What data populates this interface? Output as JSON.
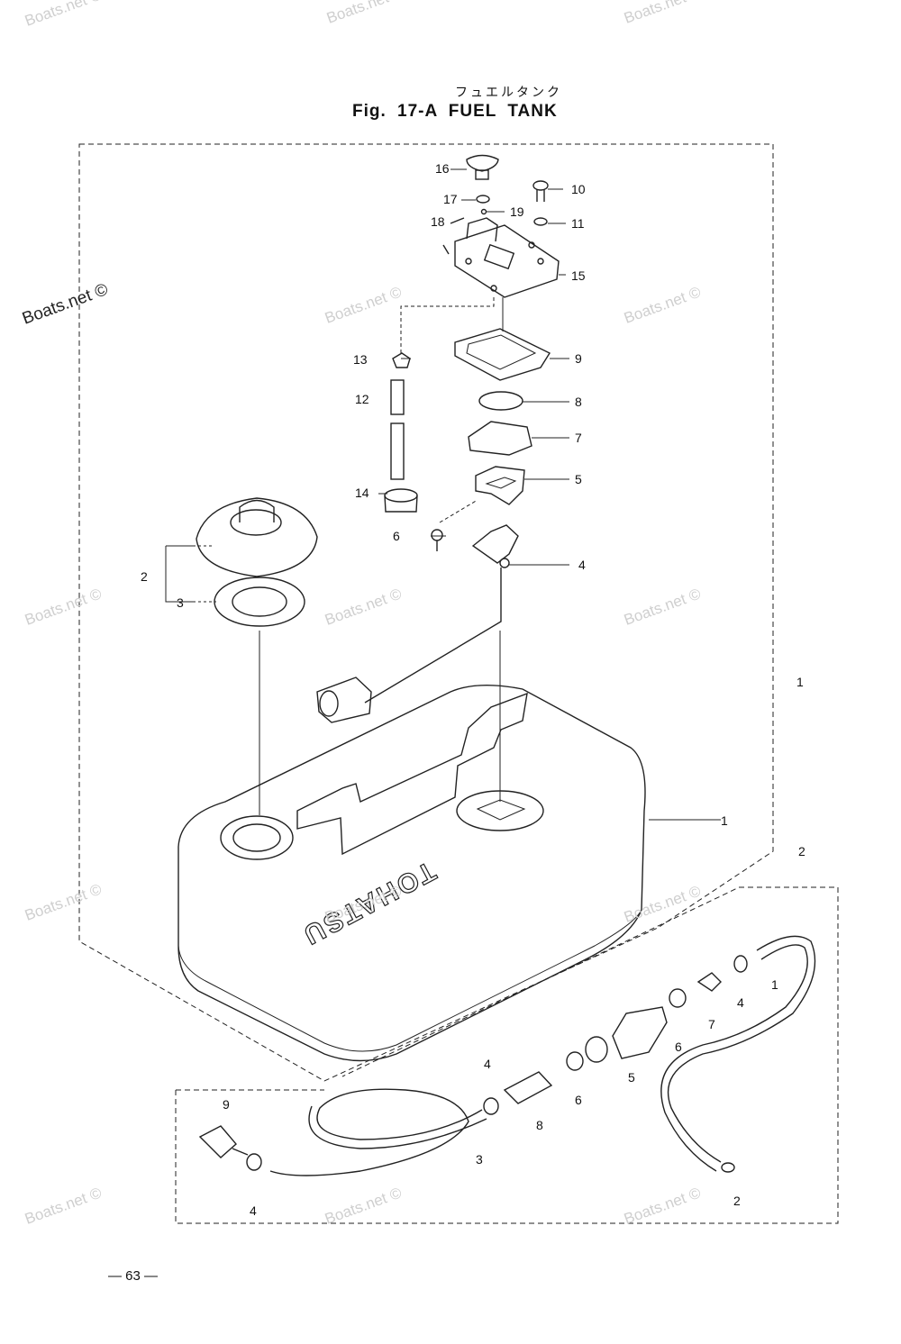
{
  "header": {
    "subtitle_jp": "フュエルタンク",
    "title": "Fig. 17-A   FUEL TANK"
  },
  "footer": {
    "page_number": "— 63 —"
  },
  "watermarks": {
    "text": "Boats.net ©",
    "strong_text": "Boats.net ©"
  },
  "tank_brand": "TOHATSU",
  "callouts": {
    "c16": "16",
    "c17": "17",
    "c18": "18",
    "c19": "19",
    "c10": "10",
    "c11": "11",
    "c15": "15",
    "c13": "13",
    "c12": "12",
    "c9": "9",
    "c8": "8",
    "c7": "7",
    "c5": "5",
    "c14": "14",
    "c6": "6",
    "c4": "4",
    "c2": "2",
    "c3": "3",
    "c1": "1",
    "c1_group": "1",
    "h2_group": "2",
    "h1": "1",
    "h4a": "4",
    "h7": "7",
    "h6a": "6",
    "h5": "5",
    "h6b": "6",
    "h4b": "4",
    "h8": "8",
    "h3": "3",
    "h9": "9",
    "h4c": "4",
    "h2b": "2"
  }
}
